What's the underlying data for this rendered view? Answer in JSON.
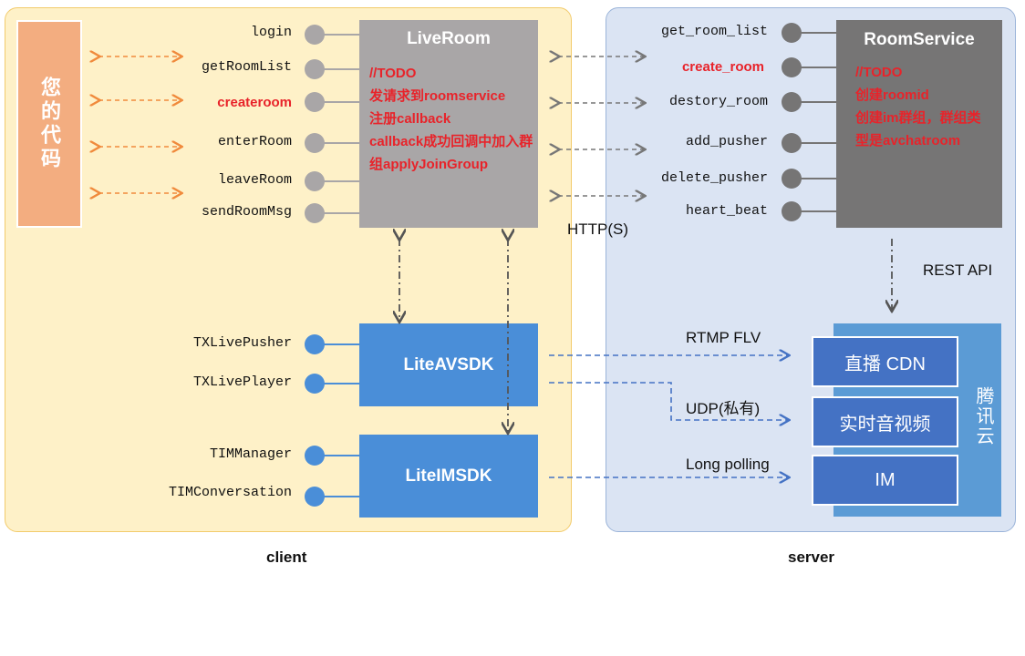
{
  "client": {
    "label": "client",
    "your_code": "您的代码",
    "liveroom": {
      "title": "LiveRoom",
      "todo_lines": [
        "//TODO",
        "发请求到roomservice",
        "注册callback",
        "callback成功回调中加入群",
        "组applyJoinGroup"
      ]
    },
    "methods": [
      "login",
      "getRoomList",
      "createroom",
      "enterRoom",
      "leaveRoom",
      "sendRoomMsg"
    ],
    "liteav": {
      "title": "LiteAVSDK",
      "methods": [
        "TXLivePusher",
        "TXLivePlayer"
      ]
    },
    "liteim": {
      "title": "LiteIMSDK",
      "methods": [
        "TIMManager",
        "TIMConversation"
      ]
    }
  },
  "server": {
    "label": "server",
    "roomservice": {
      "title": "RoomService",
      "todo_lines": [
        "//TODO",
        "创建roomid",
        "创建im群组，群组类",
        "型是avchatroom"
      ]
    },
    "methods": [
      "get_room_list",
      "create_room",
      "destory_room",
      "add_pusher",
      "delete_pusher",
      "heart_beat"
    ],
    "cloud": {
      "label": "腾讯云",
      "items": [
        "直播 CDN",
        "实时音视频",
        "IM"
      ]
    }
  },
  "connections": {
    "http": "HTTP(S)",
    "rest": "REST API",
    "rtmp": "RTMP FLV",
    "udp": "UDP(私有)",
    "polling": "Long polling"
  },
  "colors": {
    "client_bg": "#fef1c8",
    "server_bg": "#dbe4f3",
    "orange": "#f3ad80",
    "liveroom_gray": "#a9a6a7",
    "roomservice_gray": "#767575",
    "sdk_blue": "#4a8ed8",
    "cloud_blue": "#4472c4",
    "highlight_red": "#e8232a"
  }
}
